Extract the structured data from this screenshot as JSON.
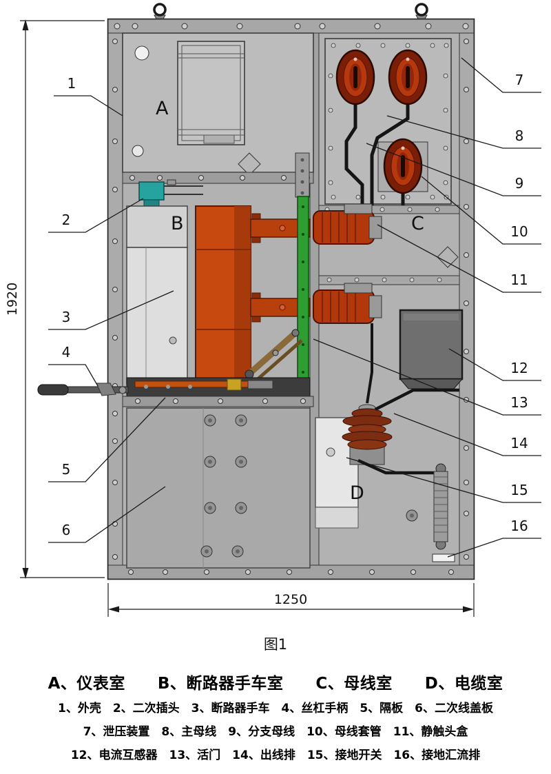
{
  "figure": {
    "caption": "图1",
    "dim_height": "1920",
    "dim_width": "1250",
    "compartment_labels": [
      "A",
      "B",
      "C",
      "D"
    ],
    "callouts": [
      "1",
      "2",
      "3",
      "4",
      "5",
      "6",
      "7",
      "8",
      "9",
      "10",
      "11",
      "12",
      "13",
      "14",
      "15",
      "16"
    ]
  },
  "legend": {
    "compartments": "A、仪表室　　B、断路器手车室　　C、母线室　　D、电缆室",
    "parts": [
      "1、外壳　2、二次插头　3、断路器手车　4、丝杠手柄　5、隔板　6、二次线盖板",
      "7、泄压装置　8、主母线　9、分支母线　10、母线套管　11、静触头盒",
      "12、电流互感器　13、活门　14、出线排　15、接地开关　16、接地汇流排"
    ]
  }
}
